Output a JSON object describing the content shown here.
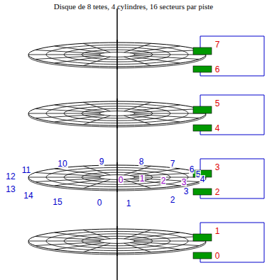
{
  "diagram": {
    "title": "Disque de 8 tetes, 4 cylindres, 16 secteurs par piste",
    "labels": [
      "7",
      "6",
      "5",
      "4",
      "3",
      "2",
      "1",
      "0",
      "10",
      "9",
      "8",
      "7",
      "6",
      "5",
      "4",
      "3",
      "12",
      "11",
      "13",
      "14",
      "15",
      "0",
      "1",
      "2",
      "0",
      "1",
      "2",
      "3"
    ]
  }
}
